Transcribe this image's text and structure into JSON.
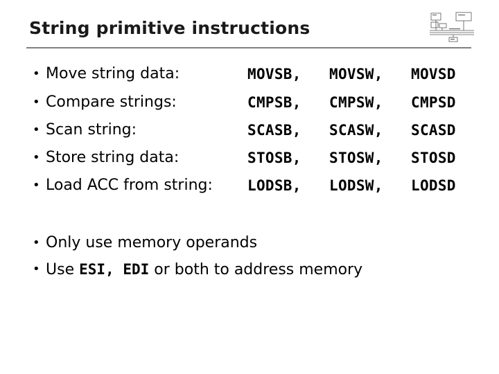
{
  "slide": {
    "title": "String primitive instructions",
    "bullet_glyph": "•",
    "instructions": [
      {
        "label": "Move string data:",
        "b": "MOVSB,",
        "w": "MOVSW,",
        "d": "MOVSD"
      },
      {
        "label": "Compare strings:",
        "b": "CMPSB,",
        "w": "CMPSW,",
        "d": "CMPSD"
      },
      {
        "label": "Scan string:",
        "b": "SCASB,",
        "w": "SCASW,",
        "d": "SCASD"
      },
      {
        "label": "Store string data:",
        "b": "STOSB,",
        "w": "STOSW,",
        "d": "STOSD"
      },
      {
        "label": "Load ACC from string:",
        "b": "LODSB,",
        "w": "LODSW,",
        "d": "LODSD"
      }
    ],
    "notes": {
      "memory_operands": "Only use memory operands",
      "use_prefix": "Use",
      "registers": "ESI, EDI",
      "use_suffix": "or both to address memory"
    }
  },
  "logo_icon": "architecture-diagram-icon",
  "colors": {
    "title": "#1a1a1a",
    "rule": "#808080",
    "text": "#000000"
  }
}
